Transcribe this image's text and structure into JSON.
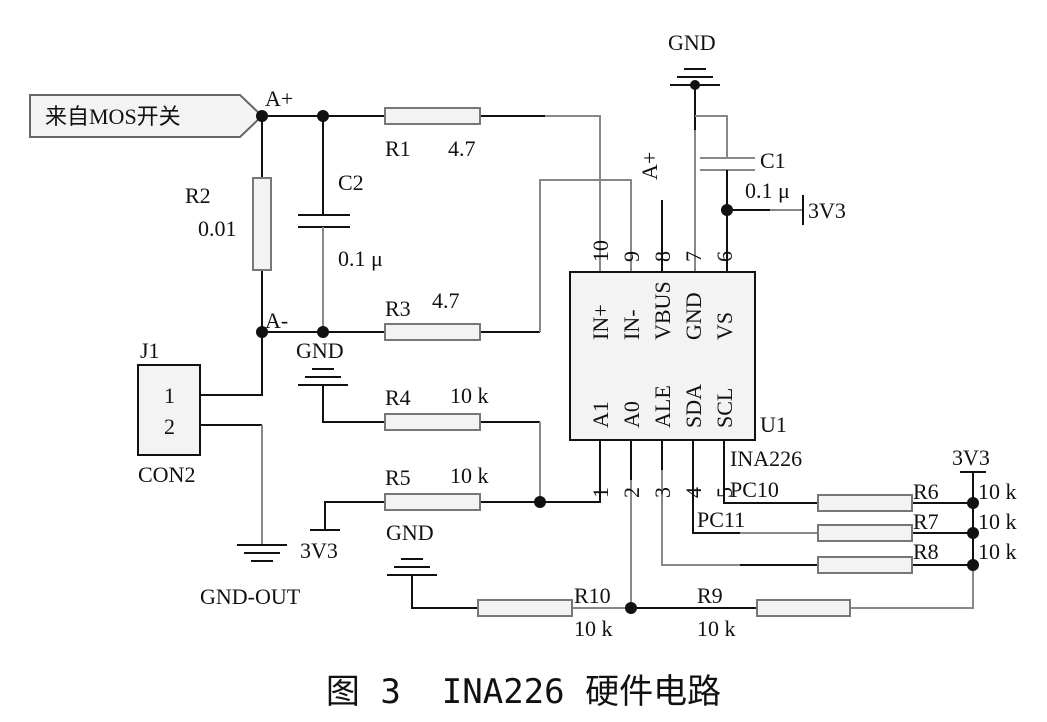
{
  "source_label": "来自MOS开关",
  "nets": {
    "a_plus": "A+",
    "a_minus": "A-",
    "gnd": "GND",
    "v33": "3V3",
    "gnd_out": "GND-OUT",
    "pc10": "PC10",
    "pc11": "PC11"
  },
  "parts": {
    "R1": {
      "ref": "R1",
      "value": "4.7"
    },
    "R2": {
      "ref": "R2",
      "value": "0.01"
    },
    "R3": {
      "ref": "R3",
      "value": "4.7"
    },
    "R4": {
      "ref": "R4",
      "value": "10 k"
    },
    "R5": {
      "ref": "R5",
      "value": "10 k"
    },
    "R6": {
      "ref": "R6",
      "value": "10 k"
    },
    "R7": {
      "ref": "R7",
      "value": "10 k"
    },
    "R8": {
      "ref": "R8",
      "value": "10 k"
    },
    "R9": {
      "ref": "R9",
      "value": "10 k"
    },
    "R10": {
      "ref": "R10",
      "value": "10 k"
    },
    "C1": {
      "ref": "C1",
      "value": "0.1 μ"
    },
    "C2": {
      "ref": "C2",
      "value": "0.1 μ"
    },
    "J1": {
      "ref": "J1",
      "value": "CON2",
      "pins": [
        "1",
        "2"
      ]
    },
    "U1": {
      "ref": "U1",
      "value": "INA226",
      "top_pins": [
        {
          "num": "10",
          "name": "IN+"
        },
        {
          "num": "9",
          "name": "IN-"
        },
        {
          "num": "8",
          "name": "VBUS"
        },
        {
          "num": "7",
          "name": "GND"
        },
        {
          "num": "6",
          "name": "VS"
        }
      ],
      "bottom_pins": [
        {
          "num": "1",
          "name": "A1"
        },
        {
          "num": "2",
          "name": "A0"
        },
        {
          "num": "3",
          "name": "ALE"
        },
        {
          "num": "4",
          "name": "SDA"
        },
        {
          "num": "5",
          "name": "SCL"
        }
      ]
    }
  },
  "caption": "图 3  INA226 硬件电路"
}
